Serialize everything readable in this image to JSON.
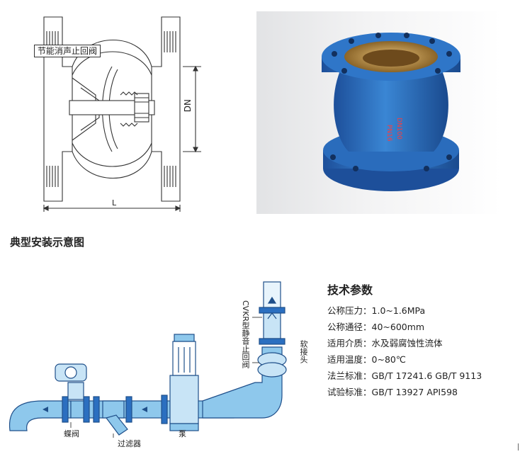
{
  "drawing": {
    "label": "节能消声止回阀",
    "dim_length": "L",
    "dim_diameter": "DN"
  },
  "photo": {
    "valve_text_1": "DN100",
    "valve_text_2": "PN16"
  },
  "install": {
    "title": "典型安装示意图",
    "butterfly_valve": "蝶阀",
    "filter": "过滤器",
    "pump": "泵",
    "check_valve": "CVKR型静音止回阀",
    "soft_joint": "软接头"
  },
  "specs": {
    "title": "技术参数",
    "rows": [
      {
        "label": "公称压力：",
        "value": "1.0~1.6MPa"
      },
      {
        "label": "公称通径：",
        "value": "40~600mm"
      },
      {
        "label": "适用介质：",
        "value": "水及弱腐蚀性流体"
      },
      {
        "label": "适用温度：",
        "value": "0~80℃"
      },
      {
        "label": "法兰标准：",
        "value": "GB/T 17241.6 GB/T 9113"
      },
      {
        "label": "试验标准：",
        "value": "GB/T 13927 API598"
      }
    ]
  },
  "colors": {
    "valve_blue": "#2b6fc0",
    "brass": "#c79a4a",
    "pipe_blue": "#8ec8ec",
    "pipe_outline": "#1f4f8a"
  }
}
